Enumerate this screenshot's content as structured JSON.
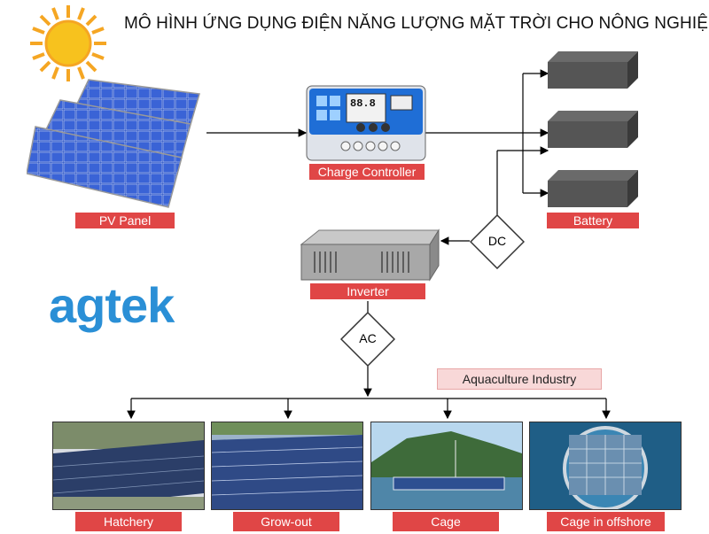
{
  "title": "MÔ HÌNH ỨNG DỤNG ĐIỆN NĂNG LƯỢNG MẶT TRỜI CHO NÔNG NGHIỆP",
  "logo": "agtek",
  "components": {
    "pv_panel": "PV Panel",
    "charge_controller": "Charge Controller",
    "battery": "Battery",
    "inverter": "Inverter",
    "dc": "DC",
    "ac": "AC"
  },
  "controller_display": "88.8",
  "aquaculture_label": "Aquaculture Industry",
  "applications": [
    "Hatchery",
    "Grow-out",
    "Cage",
    "Cage in offshore"
  ],
  "colors": {
    "label_bg": "#e04646",
    "logo": "#2a8fd6",
    "panel": "#2b4fb8"
  }
}
